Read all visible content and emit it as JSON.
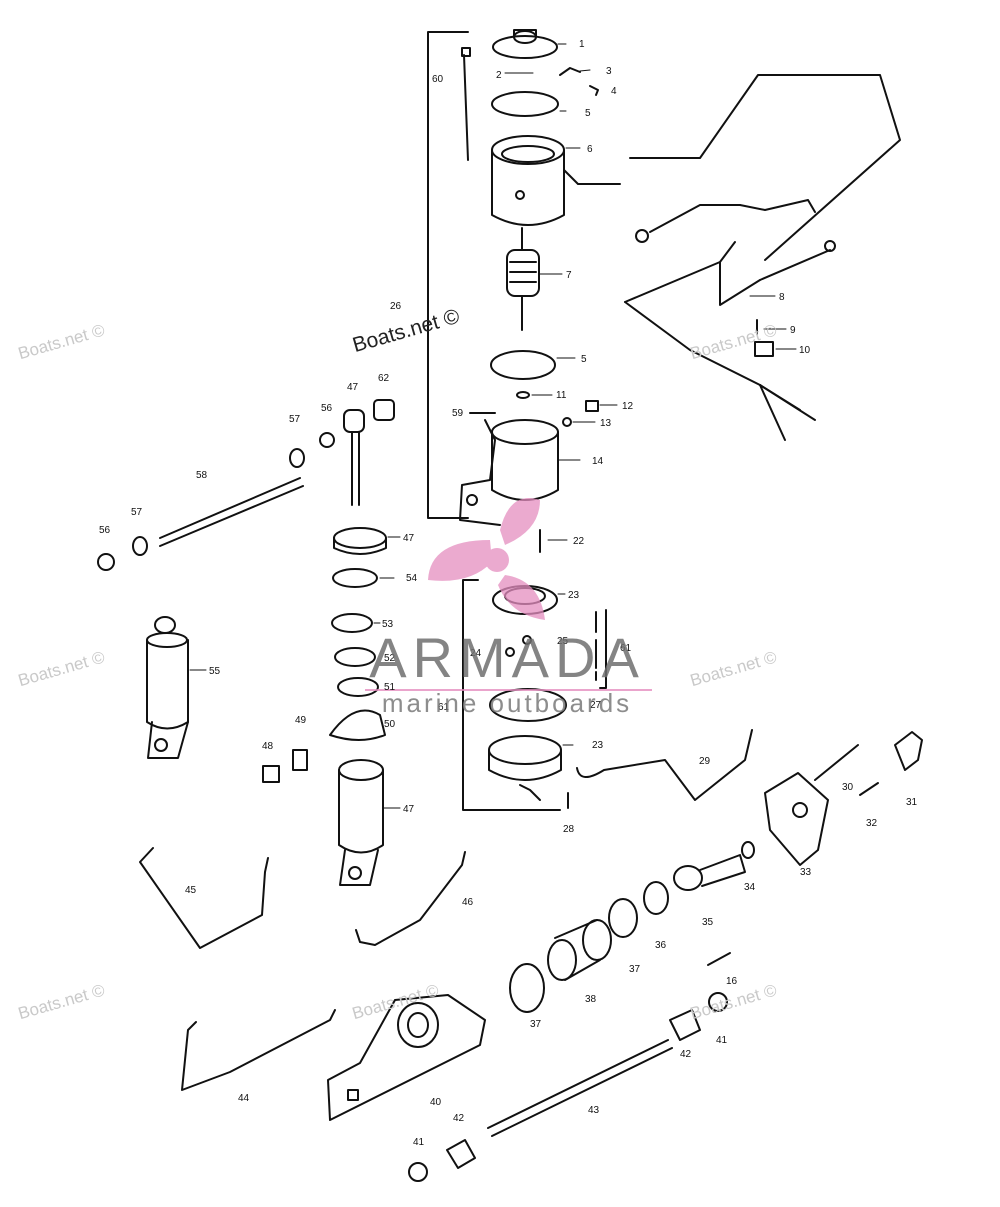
{
  "watermarks": {
    "site_text": "Boats.net ©",
    "brand_name": "ARMADA",
    "brand_tagline": "marine outboards"
  },
  "colors": {
    "ink": "#111111",
    "brand_pink": "#e58ec0",
    "watermark_gray": "#c9c9c9"
  },
  "callouts": {
    "c1": "1",
    "c2": "2",
    "c3": "3",
    "c4": "4",
    "c5a": "5",
    "c5b": "5",
    "c6": "6",
    "c7": "7",
    "c8": "8",
    "c9": "9",
    "c10": "10",
    "c11": "11",
    "c12": "12",
    "c13": "13",
    "c14": "14",
    "c16": "16",
    "c22": "22",
    "c23a": "23",
    "c23b": "23",
    "c24": "24",
    "c25": "25",
    "c26": "26",
    "c27": "27",
    "c28": "28",
    "c29": "29",
    "c30": "30",
    "c31": "31",
    "c32": "32",
    "c33": "33",
    "c34": "34",
    "c35": "35",
    "c36": "36",
    "c37a": "37",
    "c37b": "37",
    "c38": "38",
    "c40": "40",
    "c41a": "41",
    "c41b": "41",
    "c42a": "42",
    "c42b": "42",
    "c43": "43",
    "c44": "44",
    "c45": "45",
    "c46": "46",
    "c47a": "47",
    "c47b": "47",
    "c47c": "47",
    "c48": "48",
    "c49": "49",
    "c50": "50",
    "c51": "51",
    "c52": "52",
    "c53": "53",
    "c54": "54",
    "c55": "55",
    "c56a": "56",
    "c56b": "56",
    "c57a": "57",
    "c57b": "57",
    "c58": "58",
    "c59": "59",
    "c60": "60",
    "c61a": "61",
    "c61b": "61",
    "c62": "62"
  }
}
